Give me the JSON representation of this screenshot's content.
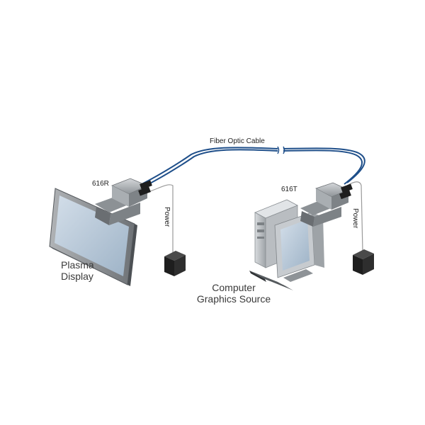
{
  "labels": {
    "fiber_cable": "Fiber Optic Cable",
    "receiver": "616R",
    "transmitter": "616T",
    "power_left": "Power",
    "power_right": "Power",
    "plasma_line1": "Plasma",
    "plasma_line2": "Display",
    "computer_line1": "Computer",
    "computer_line2": "Graphics Source"
  },
  "colors": {
    "fiber": "#1f4f8a",
    "power_wire": "#9a9a9a",
    "device_body": "#9ea3a8",
    "screen": "#b7c8d8",
    "adapter_black": "#1e1e1e"
  },
  "icons": [
    "plasma-display-icon",
    "computer-tower-icon",
    "crt-monitor-icon",
    "keyboard-icon",
    "power-adapter-icon",
    "dongle-icon"
  ]
}
